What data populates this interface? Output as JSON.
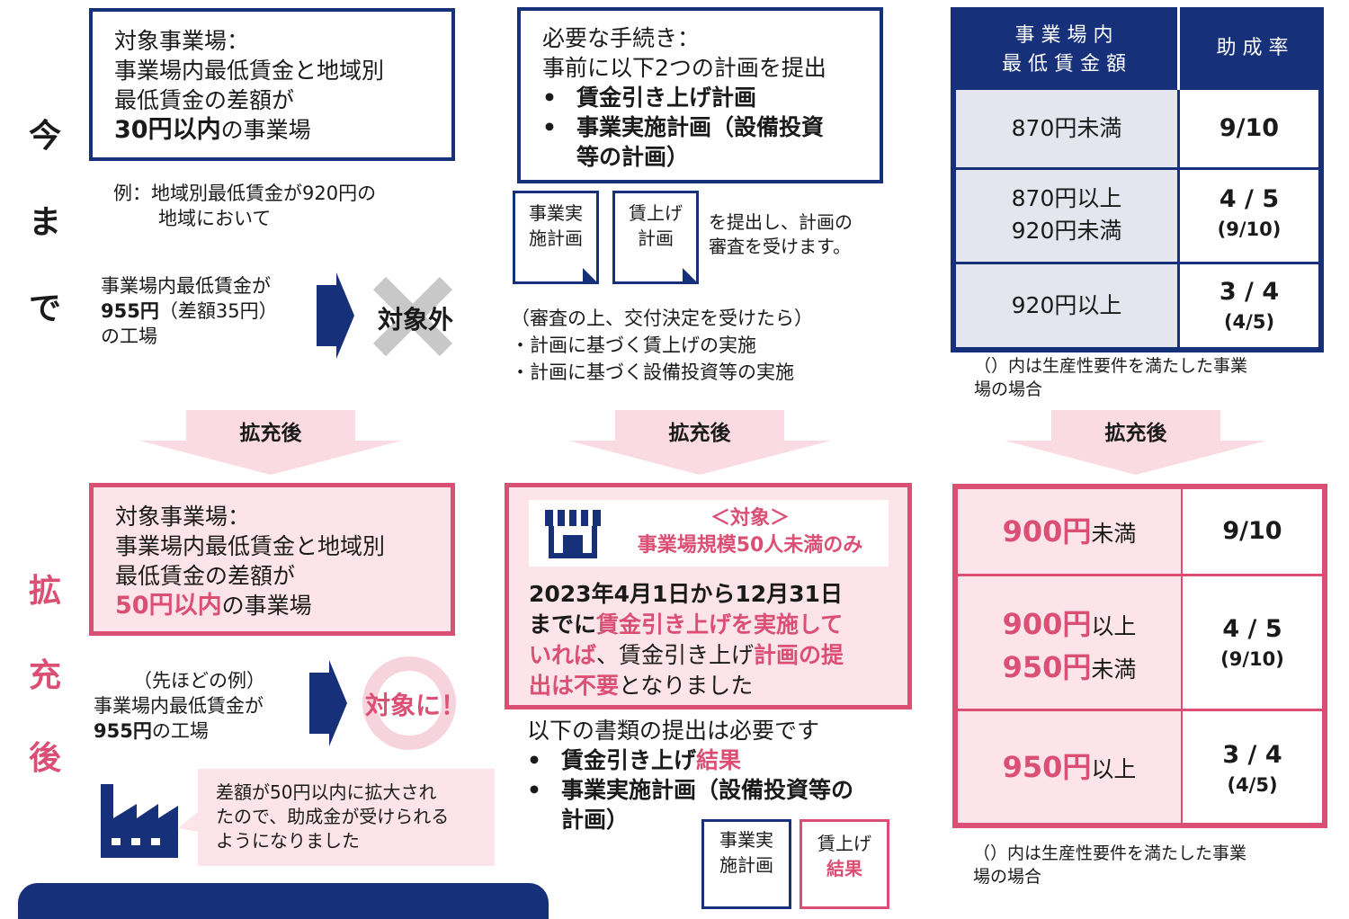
{
  "side_labels": {
    "before": [
      "今",
      "ま",
      "で"
    ],
    "after": [
      "拡",
      "充",
      "後"
    ]
  },
  "top_left": {
    "box_line1": "対象事業場：",
    "box_line2": "事業場内最低賃金と地域別",
    "box_line3": "最低賃金の差額が",
    "box_bold": "30円以内",
    "box_tail": "の事業場",
    "example_line1": "例：地域別最低賃金が920円の",
    "example_line2": "地域において",
    "factory_line1": "事業場内最低賃金が",
    "factory_bold": "955円",
    "factory_mid": "（差額35円）",
    "factory_line3": "の工場",
    "result": "対象外"
  },
  "top_middle": {
    "box_line1": "必要な手続き：",
    "box_line2": "事前に以下2つの計画を提出",
    "bullet1": "賃金引き上げ計画",
    "bullet2a": "事業実施計画（設備投資",
    "bullet2b": "等の計画）",
    "doc1_l1": "事業実",
    "doc1_l2": "施計画",
    "doc2_l1": "賃上げ",
    "doc2_l2": "計画",
    "doc_note_l1": "を提出し、計画の",
    "doc_note_l2": "審査を受けます。",
    "after_l1": "（審査の上、交付決定を受けたら）",
    "after_l2": "・計画に基づく賃上げの実施",
    "after_l3": "・計画に基づく設備投資等の実施"
  },
  "top_right": {
    "head_col1_l1": "事 業 場 内",
    "head_col1_l2": "最 低 賃 金 額",
    "head_col2": "助 成 率",
    "rows": [
      {
        "range_l1": "870円未満",
        "range_l2": "",
        "rate": "9/10",
        "rate_sub": ""
      },
      {
        "range_l1": "870円以上",
        "range_l2": "920円未満",
        "rate": "4 / 5",
        "rate_sub": "(9/10)"
      },
      {
        "range_l1": "920円以上",
        "range_l2": "",
        "rate": "3 / 4",
        "rate_sub": "(4/5)"
      }
    ],
    "note_l1": "（）内は生産性要件を満たした事業",
    "note_l2": "場の場合"
  },
  "arrow_label": "拡充後",
  "bottom_left": {
    "box_line1": "対象事業場：",
    "box_line2": "事業場内最低賃金と地域別",
    "box_line3": "最低賃金の差額が",
    "box_bold": "50円以内",
    "box_tail": "の事業場",
    "example_l1": "（先ほどの例）",
    "example_l2": "事業場内最低賃金が",
    "example_bold": "955円",
    "example_tail": "の工場",
    "result": "対象に！",
    "bubble_l1": "差額が50円以内に拡大され",
    "bubble_l2": "たので、助成金が受けられる",
    "bubble_l3": "ようになりました"
  },
  "bottom_middle": {
    "target_l1": "＜対象＞",
    "target_l2": "事業場規模50人未満のみ",
    "main_l1": "2023年4月1日から12月31日",
    "main_l2a": "までに",
    "main_l2b": "賃金引き上げを実施して",
    "main_l3a": "いれば",
    "main_l3b": "、賃金引き上げ",
    "main_l3c": "計画の提",
    "main_l4a": "出は不要",
    "main_l4b": "となりました",
    "need_l1": "以下の書類の提出は必要です",
    "bullet1a": "賃金引き上げ",
    "bullet1b": "結果",
    "bullet2a": "事業実施計画（設備投資等の",
    "bullet2b": "計画）",
    "doc1_l1": "事業実",
    "doc1_l2": "施計画",
    "doc2_l1": "賃上げ",
    "doc2_l2": "結果"
  },
  "bottom_right": {
    "rows": [
      {
        "amount": "900円",
        "suffix": "未満",
        "amount2": "",
        "suffix2": "",
        "rate": "9/10",
        "rate_sub": ""
      },
      {
        "amount": "900円",
        "suffix": "以上",
        "amount2": "950円",
        "suffix2": "未満",
        "rate": "4 / 5",
        "rate_sub": "(9/10)"
      },
      {
        "amount": "950円",
        "suffix": "以上",
        "amount2": "",
        "suffix2": "",
        "rate": "3 / 4",
        "rate_sub": "(4/5)"
      }
    ],
    "note_l1": "（）内は生産性要件を満たした事業",
    "note_l2": "場の場合"
  },
  "colors": {
    "navy": "#17307a",
    "pink": "#dc4f74",
    "pink_light": "#fce4ea",
    "gray_cell": "#e4e5ef"
  }
}
